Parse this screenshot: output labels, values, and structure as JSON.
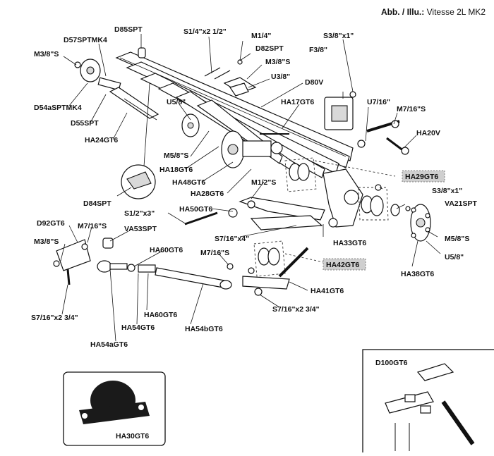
{
  "header": {
    "prefix": "Abb. / Illu.:",
    "model": "Vitesse 2L MK2"
  },
  "labels": {
    "d85spt": "D85SPT",
    "s14x212": "S1/4\"x2 1/2\"",
    "m14": "M1/4\"",
    "s38x1_top": "S3/8\"x1\"",
    "d57sptmk4": "D57SPTMK4",
    "d82spt": "D82SPT",
    "f38": "F3/8\"",
    "m38s_left": "M3/8\"S",
    "m38s_mid": "M3/8\"S",
    "u38": "U3/8\"",
    "d80v": "D80V",
    "d54asptmk4": "D54aSPTMK4",
    "u58_top": "U5/8\"",
    "ha17gt6": "HA17GT6",
    "u716": "U7/16\"",
    "m716s_right": "M7/16\"S",
    "d55spt": "D55SPT",
    "ha20v": "HA20V",
    "ha24gt6": "HA24GT6",
    "m58s_mid": "M5/8\"S",
    "ha18gt6": "HA18GT6",
    "ha48gt6": "HA48GT6",
    "ha29gt6": "HA29GT6",
    "ha28gt6": "HA28GT6",
    "m12s": "M1/2\"S",
    "s38x1_right": "S3/8\"x1\"",
    "d84spt": "D84SPT",
    "va21spt": "VA21SPT",
    "ha50gt6": "HA50GT6",
    "s12x3": "S1/2\"x3\"",
    "d92gt6": "D92GT6",
    "m716s_left": "M7/16\"S",
    "va53spt": "VA53SPT",
    "s716x4": "S7/16\"x4\"",
    "m58s_right": "M5/8\"S",
    "ha33gt6": "HA33GT6",
    "m38s_lower": "M3/8\"S",
    "ha60gt6_top": "HA60GT6",
    "u58_right": "U5/8\"",
    "m716s_center": "M7/16\"S",
    "ha42gt6": "HA42GT6",
    "ha38gt6": "HA38GT6",
    "ha41gt6": "HA41GT6",
    "s716x234_center": "S7/16\"x2 3/4\"",
    "ha60gt6_bottom": "HA60GT6",
    "s716x234_left": "S7/16\"x2 3/4\"",
    "ha54gt6": "HA54GT6",
    "ha54bgt6": "HA54bGT6",
    "ha54agt6": "HA54aGT6",
    "d100gt6": "D100GT6",
    "ha30gt6": "HA30GT6"
  },
  "highlighted": [
    "HA29GT6",
    "HA42GT6"
  ],
  "colors": {
    "highlight_fill": "#cfcfcf",
    "ink": "#111111",
    "background": "#ffffff"
  }
}
